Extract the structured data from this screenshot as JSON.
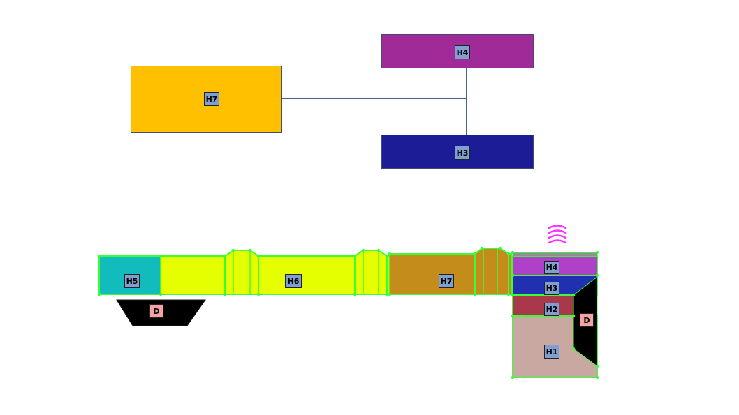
{
  "top_diagram": {
    "h7": {
      "label": "H7",
      "color": "#ffc000"
    },
    "h4": {
      "label": "H4",
      "color": "#a02a98"
    },
    "h3": {
      "label": "H3",
      "color": "#1c1c96"
    }
  },
  "bottom_diagram": {
    "h5": {
      "label": "H5",
      "color": "#12bcbc"
    },
    "h6": {
      "label": "H6",
      "color": "#e5ff00"
    },
    "h7": {
      "label": "H7",
      "color": "#c48c1a"
    },
    "h4": {
      "label": "H4",
      "color": "#b040c8"
    },
    "h3": {
      "label": "H3",
      "color": "#2030b0"
    },
    "h2": {
      "label": "H2",
      "color": "#a8384a"
    },
    "h1": {
      "label": "H1",
      "color": "#c8a8a0"
    },
    "d_left": {
      "label": "D"
    },
    "d_right": {
      "label": "D"
    }
  },
  "colors": {
    "outline": "#39ff39",
    "connector": "#446688",
    "fixture": "#ff33ff",
    "dark": "#000000"
  }
}
